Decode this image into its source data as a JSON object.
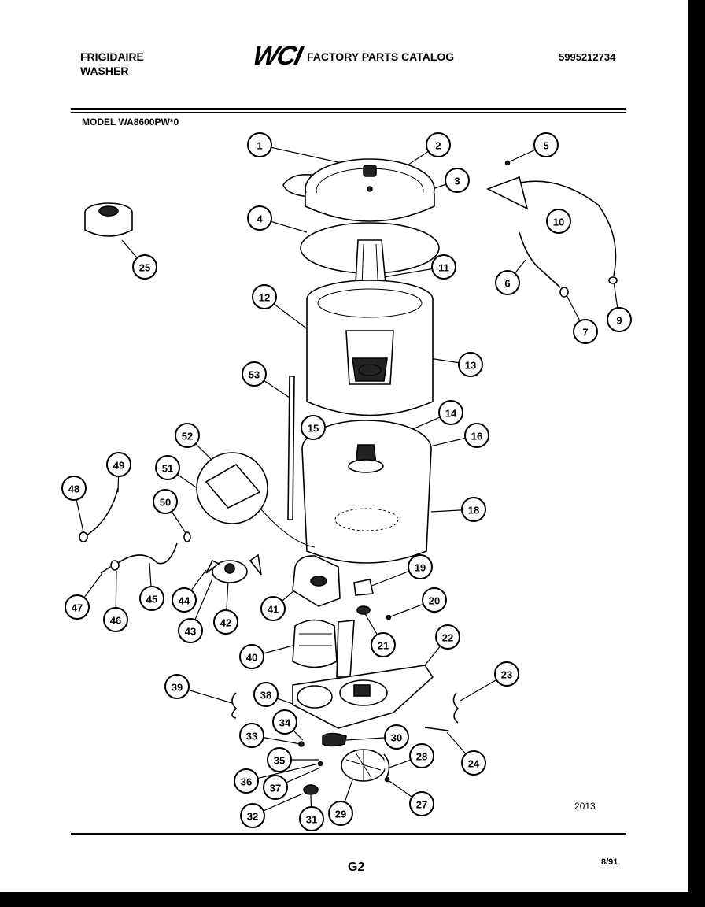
{
  "header": {
    "brand_line1": "FRIGIDAIRE",
    "brand_line2": "WASHER",
    "logo": "WCI",
    "catalog_title": "FACTORY PARTS CATALOG",
    "catalog_number": "5995212734",
    "model": "MODEL WA8600PW*0"
  },
  "footer": {
    "figure_number": "2013",
    "page_code": "G2",
    "date": "8/91"
  },
  "callouts": [
    "1",
    "2",
    "3",
    "4",
    "5",
    "6",
    "7",
    "9",
    "10",
    "11",
    "12",
    "13",
    "14",
    "15",
    "16",
    "18",
    "19",
    "20",
    "21",
    "22",
    "23",
    "24",
    "25",
    "27",
    "28",
    "29",
    "30",
    "31",
    "32",
    "33",
    "34",
    "35",
    "36",
    "37",
    "38",
    "39",
    "40",
    "41",
    "42",
    "43",
    "44",
    "45",
    "46",
    "47",
    "48",
    "49",
    "50",
    "51",
    "52",
    "53"
  ]
}
